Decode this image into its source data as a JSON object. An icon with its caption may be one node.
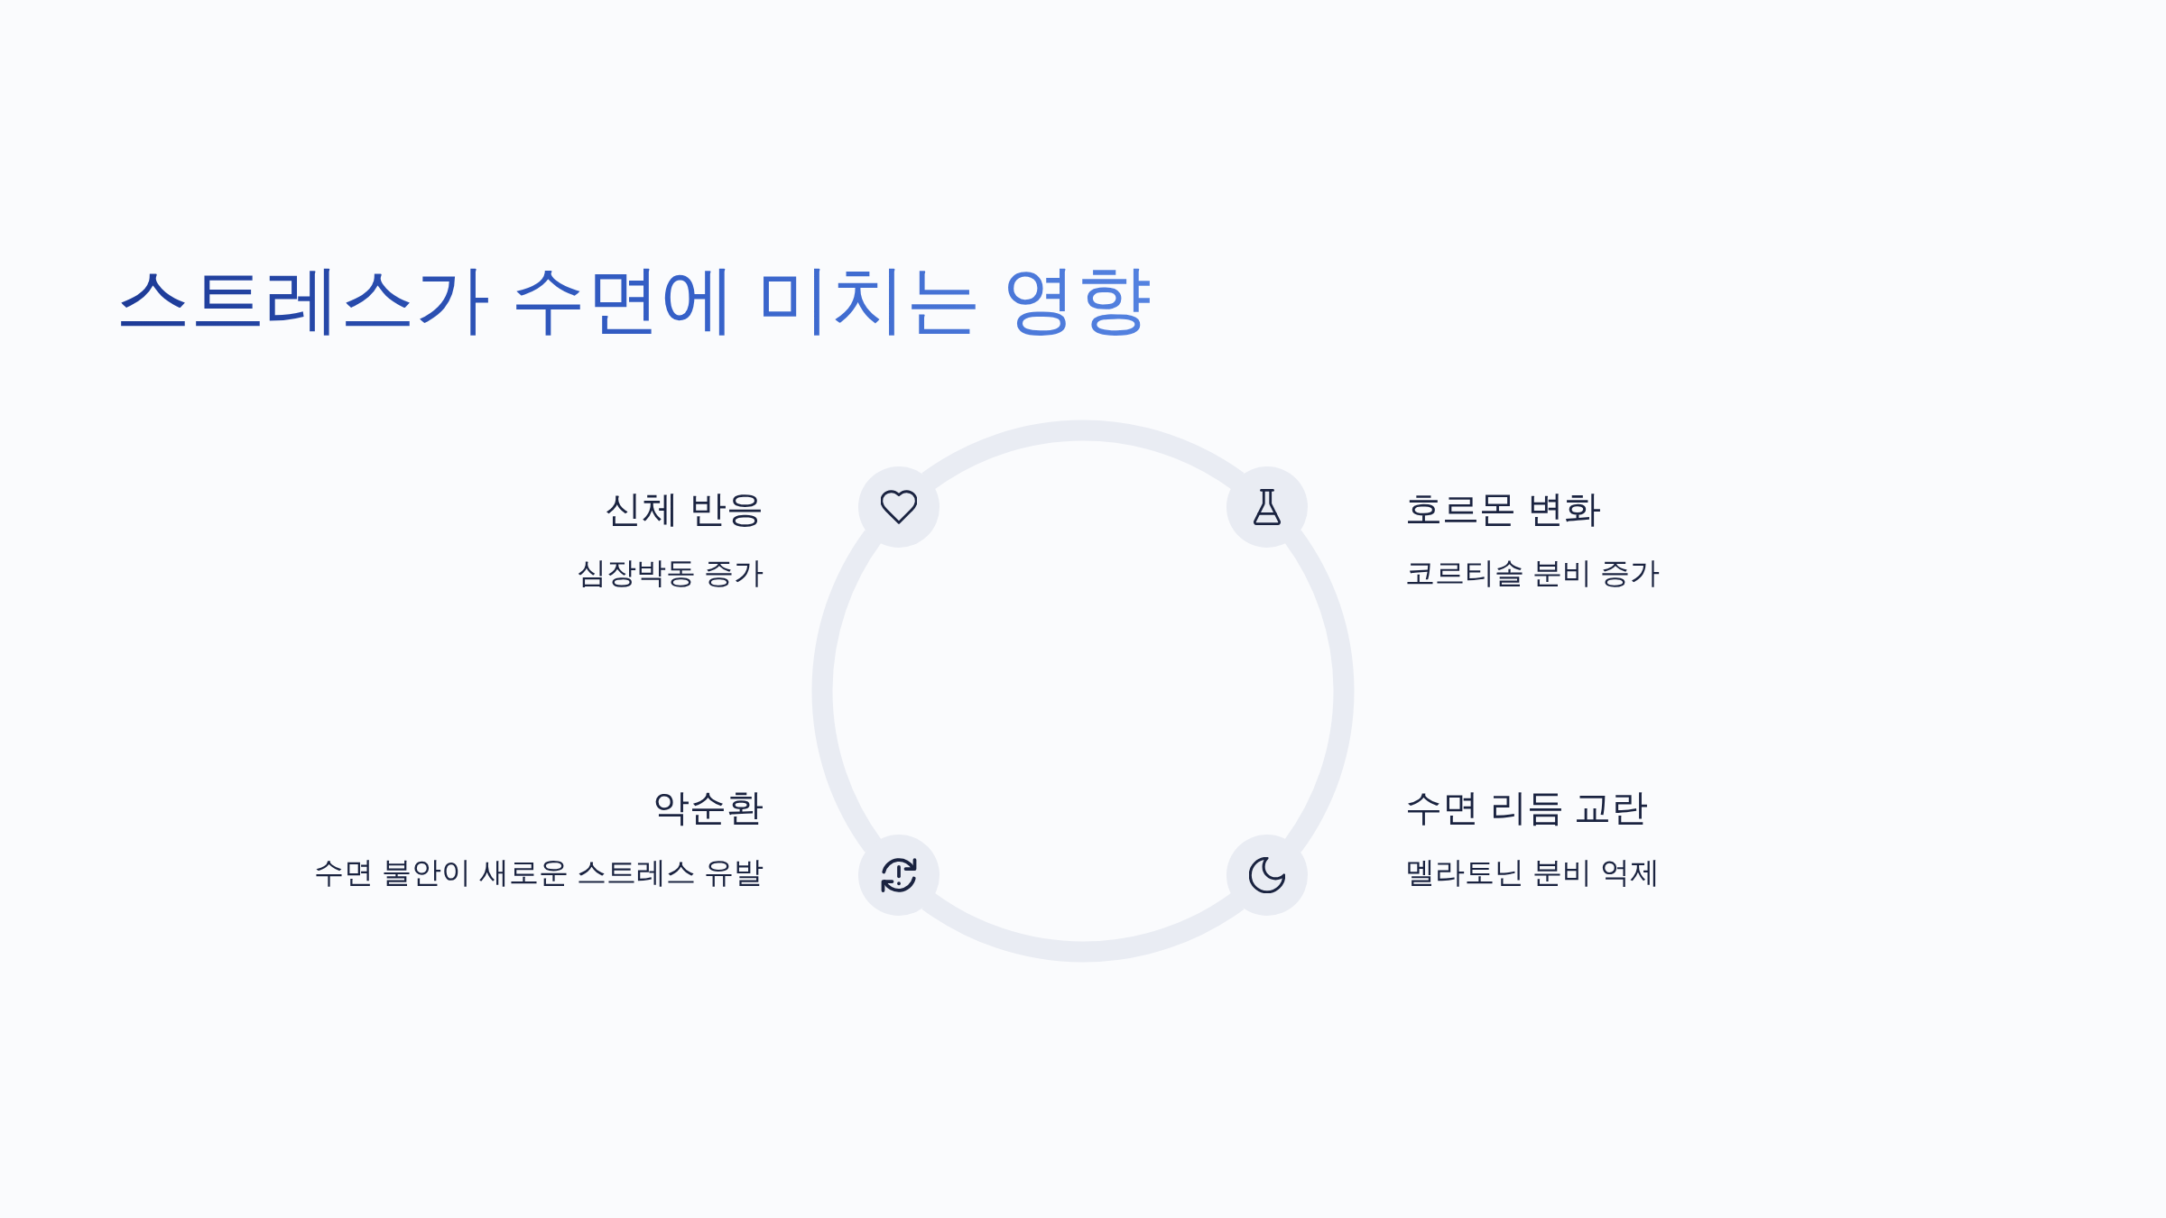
{
  "diagram": {
    "title": "스트레스가 수면에 미치는 영향",
    "nodes": [
      {
        "text": [],
        "shape": "circle",
        "beside": [
          "신체 반응",
          "심장박동 증가"
        ]
      },
      {
        "text": [],
        "shape": "circle",
        "beside": [
          "호르몬 변화",
          "코르티솔 분비 증가"
        ]
      },
      {
        "text": [],
        "shape": "circle",
        "beside": [
          "악순환",
          "수면 불안이 새로운 스트레스 유발"
        ]
      },
      {
        "text": [],
        "shape": "circle",
        "beside": [
          "수면 리듬 교란",
          "멜라토닌 분비 억제"
        ]
      }
    ],
    "edges": [
      {
        "from": 0,
        "to": 1,
        "arrow": "none"
      },
      {
        "from": 1,
        "to": 3,
        "arrow": "none"
      },
      {
        "from": 3,
        "to": 2,
        "arrow": "none"
      },
      {
        "from": 2,
        "to": 0,
        "arrow": "none"
      }
    ]
  }
}
